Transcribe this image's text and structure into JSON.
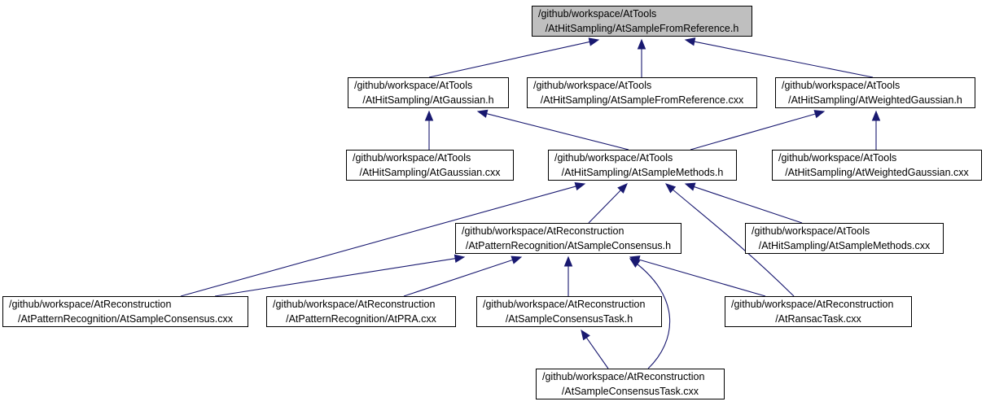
{
  "nodes": {
    "sample_from_reference_h": [
      "/github/workspace/AtTools",
      "/AtHitSampling/AtSampleFromReference.h"
    ],
    "gaussian_h": [
      "/github/workspace/AtTools",
      "/AtHitSampling/AtGaussian.h"
    ],
    "sample_from_reference_cxx": [
      "/github/workspace/AtTools",
      "/AtHitSampling/AtSampleFromReference.cxx"
    ],
    "weighted_gaussian_h": [
      "/github/workspace/AtTools",
      "/AtHitSampling/AtWeightedGaussian.h"
    ],
    "gaussian_cxx": [
      "/github/workspace/AtTools",
      "/AtHitSampling/AtGaussian.cxx"
    ],
    "sample_methods_h": [
      "/github/workspace/AtTools",
      "/AtHitSampling/AtSampleMethods.h"
    ],
    "weighted_gaussian_cxx": [
      "/github/workspace/AtTools",
      "/AtHitSampling/AtWeightedGaussian.cxx"
    ],
    "sample_consensus_h": [
      "/github/workspace/AtReconstruction",
      "/AtPatternRecognition/AtSampleConsensus.h"
    ],
    "sample_methods_cxx": [
      "/github/workspace/AtTools",
      "/AtHitSampling/AtSampleMethods.cxx"
    ],
    "sample_consensus_cxx": [
      "/github/workspace/AtReconstruction",
      "/AtPatternRecognition/AtSampleConsensus.cxx"
    ],
    "pra_cxx": [
      "/github/workspace/AtReconstruction",
      "/AtPatternRecognition/AtPRA.cxx"
    ],
    "sample_consensus_task_h": [
      "/github/workspace/AtReconstruction",
      "/AtSampleConsensusTask.h"
    ],
    "ransac_task_cxx": [
      "/github/workspace/AtReconstruction",
      "/AtRansacTask.cxx"
    ],
    "sample_consensus_task_cxx": [
      "/github/workspace/AtReconstruction",
      "/AtSampleConsensusTask.cxx"
    ]
  },
  "edges": [
    [
      "gaussian_h",
      "sample_from_reference_h"
    ],
    [
      "sample_from_reference_cxx",
      "sample_from_reference_h"
    ],
    [
      "weighted_gaussian_h",
      "sample_from_reference_h"
    ],
    [
      "gaussian_cxx",
      "gaussian_h"
    ],
    [
      "sample_methods_h",
      "gaussian_h"
    ],
    [
      "sample_methods_h",
      "weighted_gaussian_h"
    ],
    [
      "weighted_gaussian_cxx",
      "weighted_gaussian_h"
    ],
    [
      "sample_consensus_h",
      "sample_methods_h"
    ],
    [
      "sample_consensus_cxx",
      "sample_methods_h"
    ],
    [
      "sample_methods_cxx",
      "sample_methods_h"
    ],
    [
      "ransac_task_cxx",
      "sample_methods_h"
    ],
    [
      "sample_consensus_cxx",
      "sample_consensus_h"
    ],
    [
      "pra_cxx",
      "sample_consensus_h"
    ],
    [
      "sample_consensus_task_h",
      "sample_consensus_h"
    ],
    [
      "ransac_task_cxx",
      "sample_consensus_h"
    ],
    [
      "sample_consensus_task_cxx",
      "sample_consensus_h"
    ],
    [
      "sample_consensus_task_cxx",
      "sample_consensus_task_h"
    ]
  ],
  "colors": {
    "edge": "#191970",
    "root_fill": "#bfbfbf",
    "node_fill": "#ffffff",
    "node_border": "#000000"
  }
}
